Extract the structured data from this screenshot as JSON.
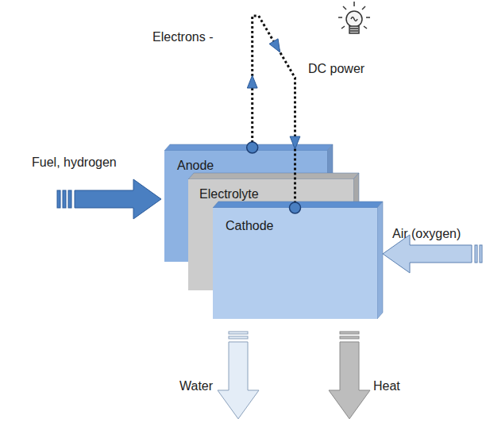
{
  "diagram": {
    "nodes": [
      {
        "text": [
          "Anode"
        ]
      },
      {
        "text": [
          "Electrolyte"
        ]
      },
      {
        "text": [
          "Cathode"
        ]
      }
    ],
    "edges": [
      {
        "from": 0,
        "to": 2,
        "arrow": "to"
      }
    ],
    "labels": [
      "Electrons -",
      "DC power",
      "Fuel, hydrogen",
      "Air (oxygen)",
      "Water",
      "Heat"
    ]
  }
}
